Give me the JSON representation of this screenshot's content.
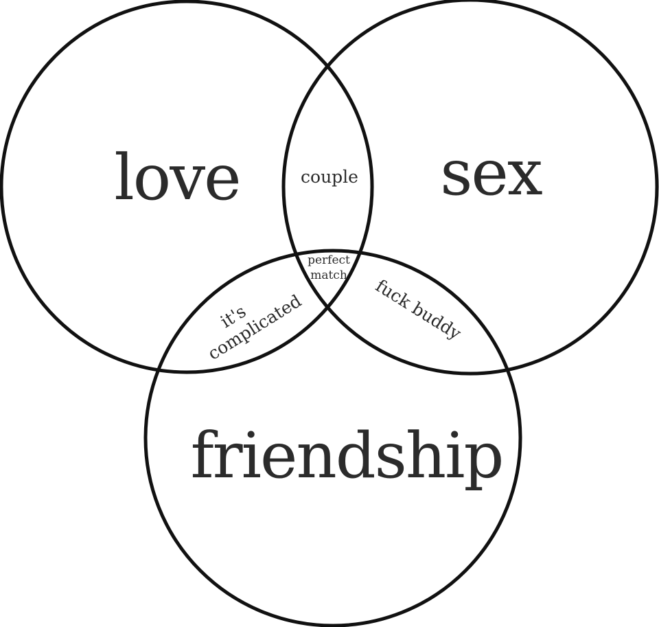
{
  "sets": {
    "love": "love",
    "sex": "sex",
    "friendship": "friendship"
  },
  "overlaps": {
    "love_sex": "couple",
    "love_friendship_line1": "it's",
    "love_friendship_line2": "complicated",
    "sex_friendship": "fuck buddy",
    "all_three_line1": "perfect",
    "all_three_line2": "match"
  },
  "colors": {
    "stroke": "#111111",
    "text": "#2b2b2b",
    "background": "#ffffff"
  }
}
